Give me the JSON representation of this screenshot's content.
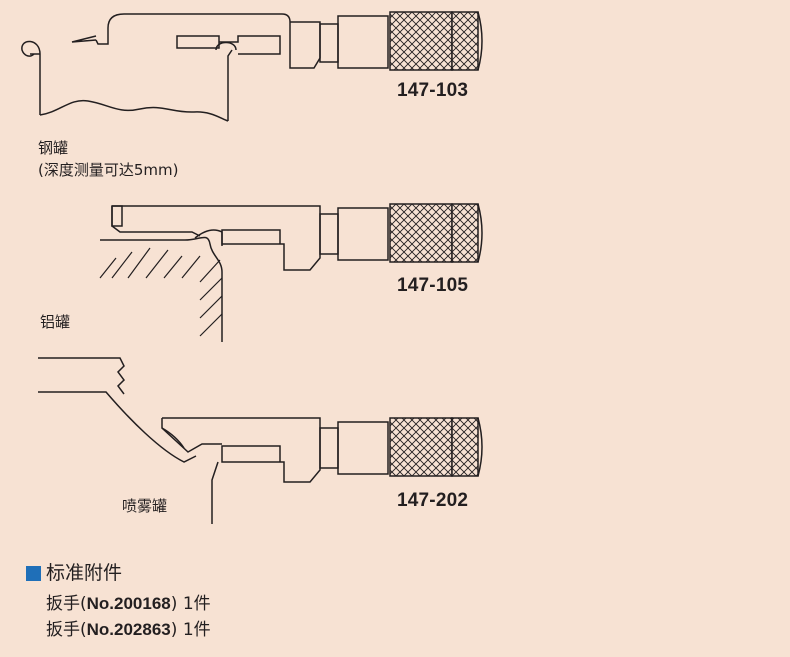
{
  "models": [
    {
      "id": "147-103",
      "container": "钢罐",
      "note": "(深度测量可达5mm)"
    },
    {
      "id": "147-105",
      "container": "铝罐"
    },
    {
      "id": "147-202",
      "container": "喷雾罐"
    }
  ],
  "accessories": {
    "title": "标准附件",
    "items": [
      {
        "name": "扳手",
        "open": "(",
        "part_no": "No.200168",
        "close": ")",
        "qty": "1件"
      },
      {
        "name": "扳手",
        "open": "(",
        "part_no": "No.202863",
        "close": ")",
        "qty": "1件"
      }
    ]
  },
  "colors": {
    "background": "#f7e2d3",
    "line": "#231f20",
    "accent": "#1f6fb8"
  }
}
